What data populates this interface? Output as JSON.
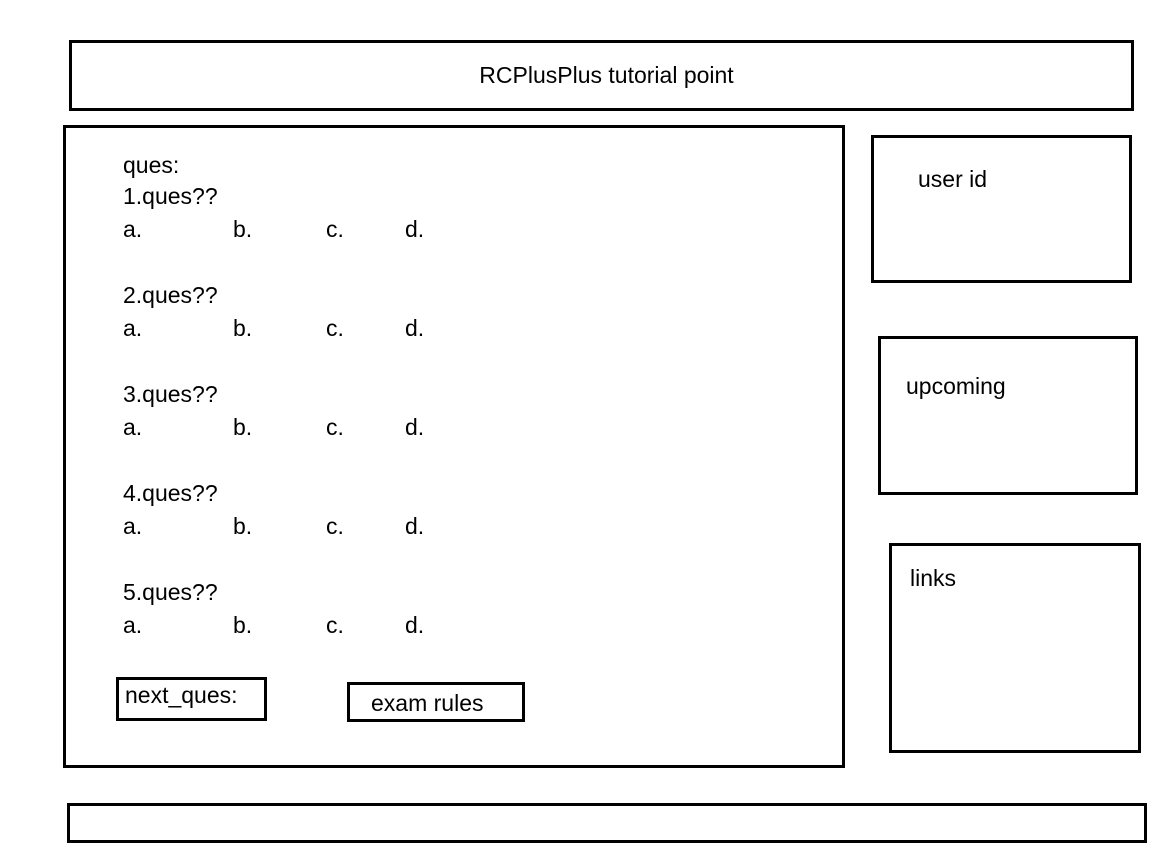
{
  "header": {
    "title": "RCPlusPlus tutorial point"
  },
  "main": {
    "heading": "ques:",
    "questions": [
      {
        "text": "1.ques??",
        "options": [
          "a.",
          "b.",
          "c.",
          "d."
        ]
      },
      {
        "text": "2.ques??",
        "options": [
          "a.",
          "b.",
          "c.",
          "d."
        ]
      },
      {
        "text": "3.ques??",
        "options": [
          "a.",
          "b.",
          "c.",
          "d."
        ]
      },
      {
        "text": "4.ques??",
        "options": [
          "a.",
          "b.",
          "c.",
          "d."
        ]
      },
      {
        "text": "5.ques??",
        "options": [
          "a.",
          "b.",
          "c.",
          "d."
        ]
      }
    ],
    "next_label": "next_ques:",
    "rules_label": "exam rules"
  },
  "sidebar": {
    "user_id_label": "user id",
    "upcoming_label": "upcoming",
    "links_label": "links"
  },
  "footer": {
    "text": ""
  }
}
